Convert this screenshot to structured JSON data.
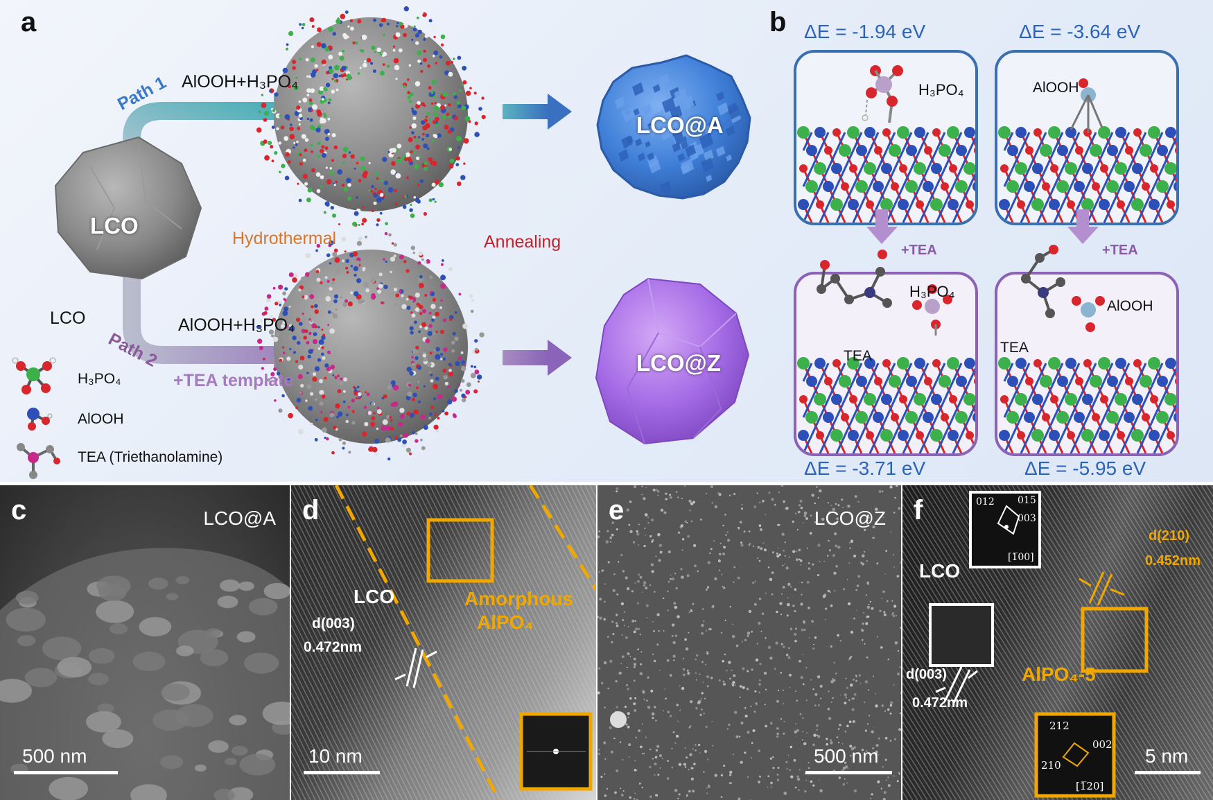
{
  "panels": {
    "a": "a",
    "b": "b",
    "c": "c",
    "d": "d",
    "e": "e",
    "f": "f"
  },
  "panel_a": {
    "path1": "Path 1",
    "path2": "Path 2",
    "reagent_top": "AlOOH+H₃PO₄",
    "reagent_bottom": "AlOOH+H₃PO₄",
    "template": "+TEA template",
    "hydrothermal": "Hydrothermal",
    "annealing": "Annealing",
    "lco_particle": "LCO",
    "lco_caption": "LCO",
    "product_top": "LCO@A",
    "product_bottom": "LCO@Z",
    "legend": [
      {
        "label": "H₃PO₄",
        "icon": "h3po4-molecule-icon"
      },
      {
        "label": "AlOOH",
        "icon": "alooh-molecule-icon"
      },
      {
        "label": "TEA (Triethanolamine)",
        "icon": "tea-molecule-icon"
      }
    ]
  },
  "panel_b": {
    "de_top_left": "ΔE = -1.94 eV",
    "de_top_right": "ΔE = -3.64 eV",
    "de_bottom_left": "ΔE = -3.71 eV",
    "de_bottom_right": "ΔE = -5.95 eV",
    "mol_tl": "H₃PO₄",
    "mol_tr": "AlOOH",
    "mol_bl": "H₃PO₄",
    "tea_bl": "TEA",
    "mol_br": "AlOOH",
    "tea_br": "TEA",
    "arrow_left": "+TEA",
    "arrow_right": "+TEA"
  },
  "panel_c": {
    "label": "LCO@A",
    "scale": "500 nm"
  },
  "panel_d": {
    "lco": "LCO",
    "amorphous_line1": "Amorphous",
    "amorphous_line2": "AlPO₄",
    "d_spacing": "d(003)",
    "d_value": "0.472nm",
    "scale": "10 nm"
  },
  "panel_e": {
    "label": "LCO@Z",
    "scale": "500 nm"
  },
  "panel_f": {
    "lco": "LCO",
    "d_top": "d(210)",
    "d_top_value": "0.452nm",
    "d_bottom": "d(003)",
    "d_bottom_value": "0.472nm",
    "alpo": "AlPO₄-5",
    "inset_top": [
      "012",
      "015",
      "003",
      "[1̅00]"
    ],
    "inset_bottom": [
      "212",
      "002",
      "210",
      "[1̅20]"
    ],
    "scale": "5 nm"
  },
  "colors": {
    "path1_blue": "#3a78c8",
    "path2_purple": "#8a5a9a",
    "hydrothermal_orange": "#d9762a",
    "annealing_red": "#c8202a",
    "energy_blue": "#2b63b8",
    "annotation_orange": "#f0a800",
    "lco_at_a_blue": "#3f7fd8",
    "lco_at_z_purple": "#a56be6"
  }
}
